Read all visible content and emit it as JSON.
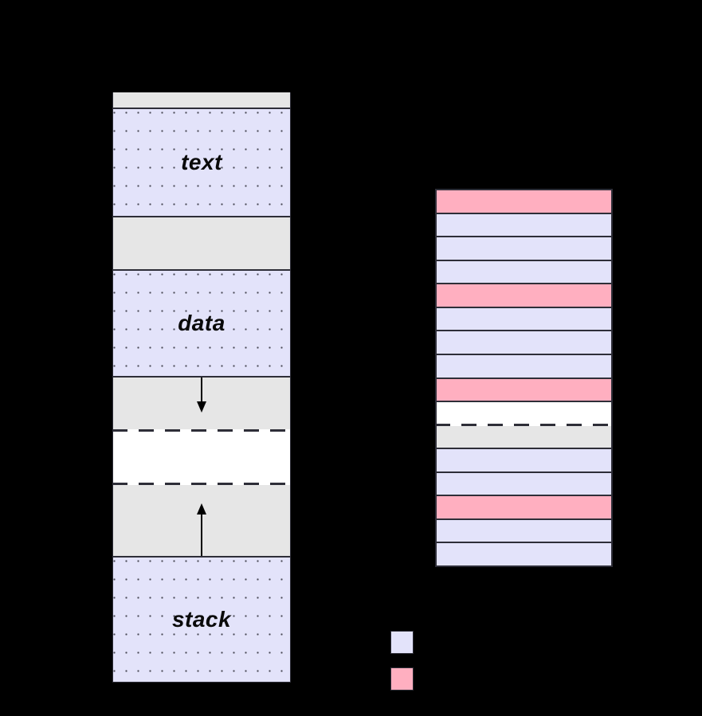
{
  "figure": {
    "background": "#000000",
    "description_visible_text_only": true
  },
  "colors": {
    "lavender": "#E3E3FA",
    "pink": "#FFAFC0",
    "gray": "#E6E6E6",
    "white": "#FFFFFF",
    "border": "#2E2E38"
  },
  "address_space": {
    "segments": [
      {
        "name": "top-strip",
        "type": "gray-strip",
        "label": ""
      },
      {
        "name": "text",
        "type": "dotted",
        "label": "text"
      },
      {
        "name": "free-1",
        "type": "gray",
        "label": ""
      },
      {
        "name": "data",
        "type": "dotted",
        "label": "data"
      },
      {
        "name": "heap-grow",
        "type": "gray-arrow-down",
        "label": ""
      },
      {
        "name": "free-middle",
        "type": "white-dashed",
        "label": ""
      },
      {
        "name": "stack-grow",
        "type": "gray-arrow-up",
        "label": ""
      },
      {
        "name": "stack",
        "type": "dotted",
        "label": "stack"
      }
    ]
  },
  "physical_memory": {
    "rows": [
      "pink",
      "lavender",
      "lavender",
      "lavender",
      "pink",
      "lavender",
      "lavender",
      "lavender",
      "pink",
      "white-dashed",
      "gray",
      "lavender",
      "lavender",
      "pink",
      "lavender",
      "lavender"
    ]
  },
  "legend": {
    "items": [
      {
        "swatch": "lavender"
      },
      {
        "swatch": "pink"
      }
    ]
  }
}
